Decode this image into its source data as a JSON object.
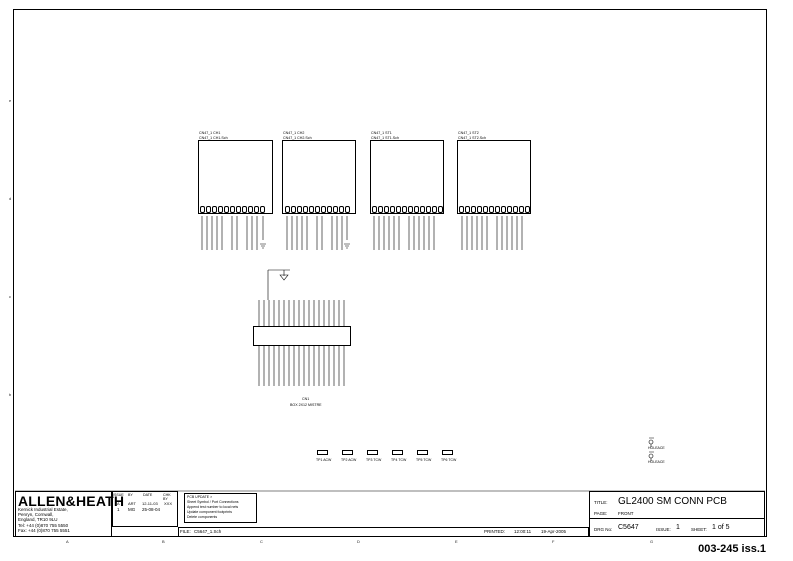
{
  "zones_left": [
    "e",
    "d",
    "c",
    "b"
  ],
  "zones_bottom": [
    "A",
    "B",
    "C",
    "D",
    "E",
    "F",
    "G"
  ],
  "connectors": [
    {
      "ref": "CN47_1 CH1",
      "sub": "CN47_1 CH1.Sch"
    },
    {
      "ref": "CN47_1 CH2",
      "sub": "CN47_1 CH2.Sch"
    },
    {
      "ref": "CN47_1 ST1",
      "sub": "CN47_1 ST1.Sch"
    },
    {
      "ref": "CN47_1 ST2",
      "sub": "CN47_1 ST2.Sch"
    }
  ],
  "ribbon": {
    "ref": "CN1",
    "desc": "BOX 2X12 MISTRE"
  },
  "test_points": [
    "TP1 ACW",
    "TP2 ACW",
    "TP3 TCW",
    "TP4 TCW",
    "TP5 TCW",
    "TP6 TCW"
  ],
  "side_pads": [
    "HOLEACE",
    "HOLEACE"
  ],
  "title_block": {
    "company": "ALLEN&HEATH",
    "address": [
      "Kernick Industrial Estate,",
      "Penryn, Cornwall,",
      "England, TR10 9LU"
    ],
    "tel": "Tel:  +44 (0)870 755 5550",
    "fax": "Fax: +44 (0)870 755 5551",
    "issue_header": "ISSUE",
    "by_header": "BY",
    "date_header": "DATE",
    "chk_header": "CHK BY",
    "art_label": "ART",
    "issue_val": "1",
    "by_val": "MG",
    "date_val": "25-08-04",
    "initial_row_date": "12-11-03",
    "chk_val": "XXX",
    "row_a": "A",
    "changes": [
      "PCB UPDATE >",
      "Sheet Symbol / Port Connections",
      "Append test number to local nets",
      "Update component footprints",
      "Delete components"
    ],
    "file_label": "FILE:",
    "file_val": "C5647_1.Sch",
    "printed_label": "PRINTED:",
    "printed_time": "12:00:11",
    "printed_date": "19-Apr-2005",
    "title_label": "TITLE:",
    "title_val": "GL2400 SM CONN PCB",
    "page_label": "PAGE:",
    "page_val": "FRONT",
    "drg_label": "DRG No:",
    "drg_val": "C5647",
    "issue_label": "ISSUE:",
    "issue_no": "1",
    "sheet_label": "SHEET:",
    "sheet_val": "1 of 5"
  },
  "doc_id": "003-245 iss.1"
}
